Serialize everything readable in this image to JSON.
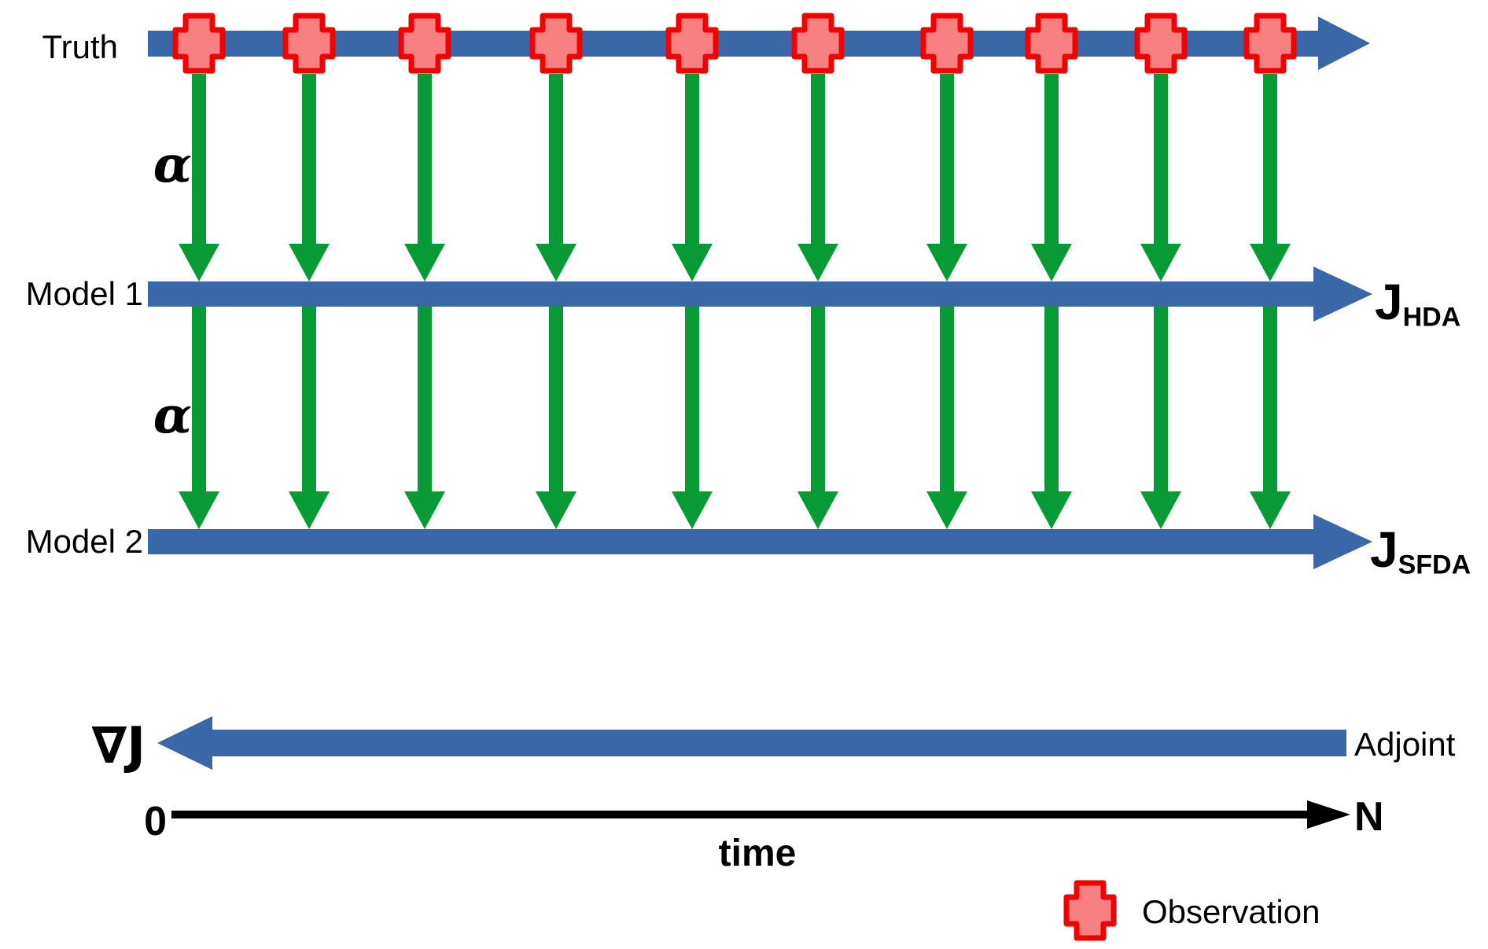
{
  "colors": {
    "timeline_blue": "#3A67A8",
    "assimilation_green": "#089B35",
    "observation_border_red": "#EE0404",
    "observation_fill": "#F88080",
    "axis_black": "#000000"
  },
  "timelines": {
    "truth": {
      "label": "Truth"
    },
    "model1": {
      "label": "Model 1",
      "cost_main": "J",
      "cost_sub": "HDA"
    },
    "model2": {
      "label": "Model 2",
      "cost_main": "J",
      "cost_sub": "SFDA"
    }
  },
  "assimilation": {
    "coefficient_label": "α",
    "observation_count": 10
  },
  "adjoint": {
    "gradient_label": "∇J",
    "label": "Adjoint"
  },
  "time_axis": {
    "start_label": "0",
    "end_label": "N",
    "axis_label": "time"
  },
  "legend": {
    "observation_label": "Observation"
  }
}
